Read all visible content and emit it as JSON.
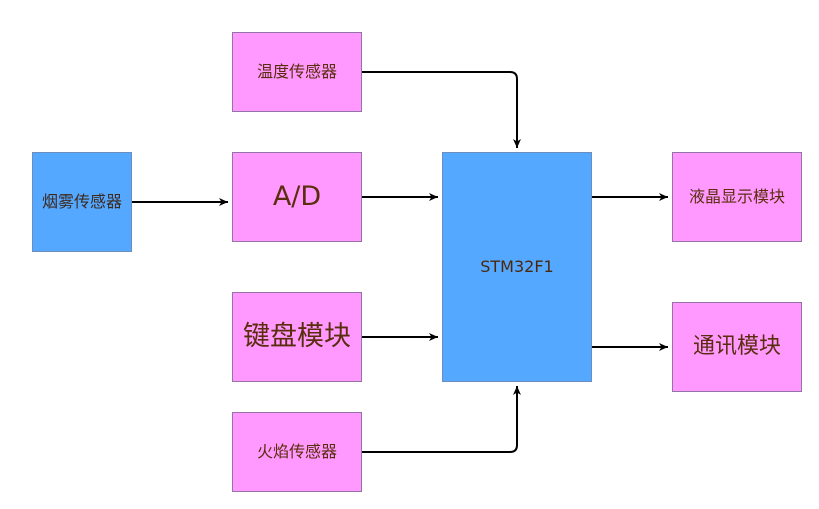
{
  "blocks": {
    "temp_sensor": "温度传感器",
    "smoke_sensor": "烟雾传感器",
    "ad": "A/D",
    "keyboard": "键盘模块",
    "flame_sensor": "火焰传感器",
    "mcu": "STM32F1",
    "lcd": "液晶显示模块",
    "comm": "通讯模块"
  },
  "connections": [
    {
      "from": "smoke_sensor",
      "to": "ad"
    },
    {
      "from": "ad",
      "to": "mcu"
    },
    {
      "from": "keyboard",
      "to": "mcu"
    },
    {
      "from": "temp_sensor",
      "to": "mcu"
    },
    {
      "from": "flame_sensor",
      "to": "mcu"
    },
    {
      "from": "mcu",
      "to": "lcd"
    },
    {
      "from": "mcu",
      "to": "comm"
    }
  ],
  "colors": {
    "module_fill": "#ff99ff",
    "mcu_fill": "#55a8ff",
    "connector": "#000000"
  }
}
